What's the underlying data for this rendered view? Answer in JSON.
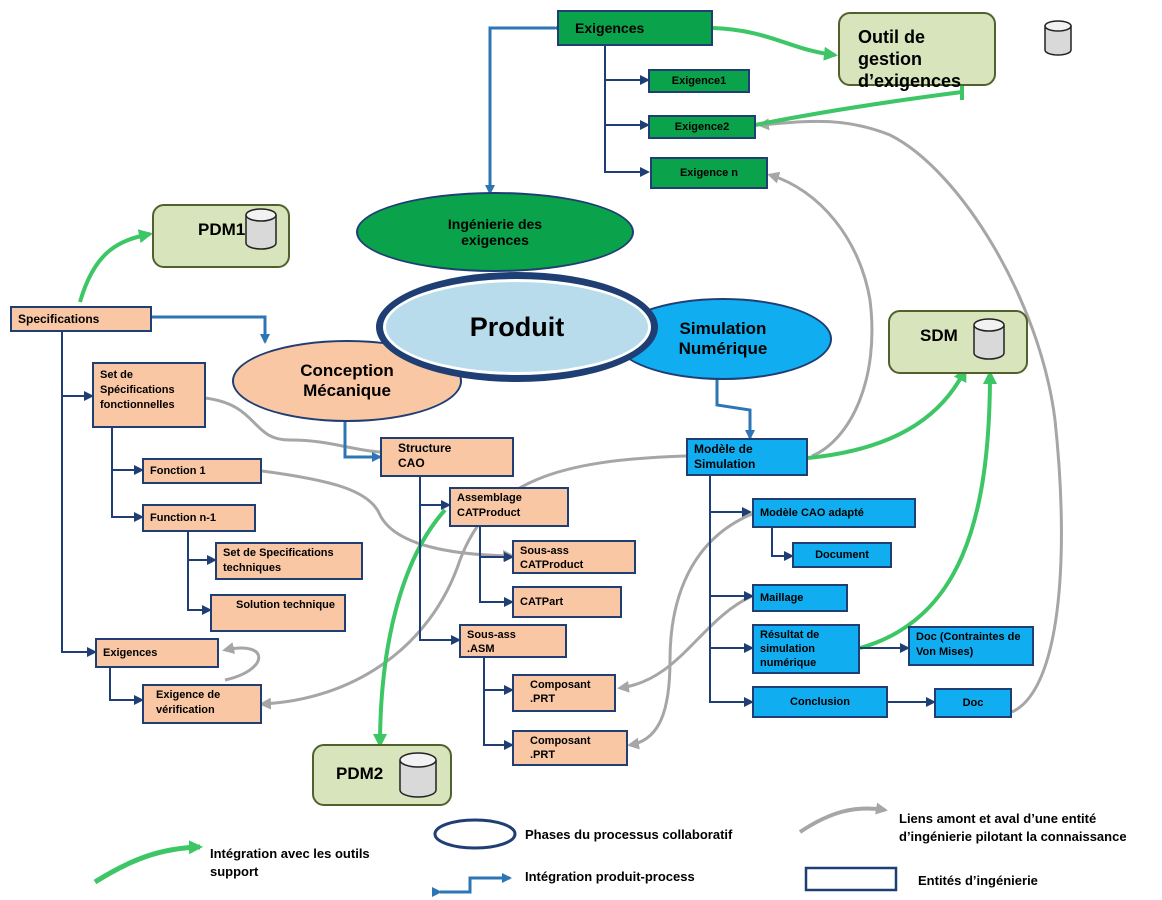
{
  "colors": {
    "orange_entity": "#f9c7a4",
    "green_entity": "#0aa24a",
    "blue_entity": "#10aef0",
    "tool_fill": "#d7e4bc",
    "border_dark_blue": "#1f3e74",
    "tool_link_green": "#3cc665",
    "knowledge_link_gray": "#a6a6a6",
    "product_link_blue": "#2e75b6"
  },
  "phases": {
    "produit": "Produit",
    "ingenierie_exigences": "Ingénierie des exigences",
    "conception_mecanique": "Conception Mécanique",
    "simulation_numerique": "Simulation Numérique"
  },
  "tools": {
    "outil_gestion": "Outil de gestion d’exigences",
    "pdm1": "PDM1",
    "pdm2": "PDM2",
    "sdm": "SDM"
  },
  "requirements": {
    "exigences": "Exigences",
    "exigence1": "Exigence1",
    "exigence2": "Exigence2",
    "exigence_n": "Exigence n"
  },
  "specifications": {
    "specifications": "Specifications",
    "set_spec_fonctionnelles": "Set de Spécifications fonctionnelles",
    "fonction1": "Fonction  1",
    "function_n1": "Function n-1",
    "set_spec_techniques": "Set de Specifications techniques",
    "solution_technique": "Solution technique",
    "exigences": "Exigences",
    "exigence_verification": "Exigence de vérification"
  },
  "cao": {
    "structure_cao": "Structure CAO",
    "assemblage_catproduct": "Assemblage CATProduct",
    "sous_ass_catproduct": "Sous-ass CATProduct",
    "catpart": "CATPart",
    "sous_ass_asm": "Sous-ass .ASM",
    "composant_prt_1": "Composant .PRT",
    "composant_prt_2": "Composant .PRT"
  },
  "simulation": {
    "modele_simulation": "Modèle de Simulation",
    "modele_cao_adapte": "Modèle CAO adapté",
    "document": "Document",
    "maillage": "Maillage",
    "resultat": "Résultat de simulation numérique",
    "doc_contraintes": "Doc  (Contraintes de  Von Mises)",
    "conclusion": "Conclusion",
    "doc": "Doc"
  },
  "legend": {
    "integration_outils": "Intégration avec les outils support",
    "phases": "Phases du processus collaboratif",
    "integration_produit_process": "Intégration produit-process",
    "liens": "Liens amont et aval d’une entité d’ingénierie pilotant la connaissance",
    "entites": "Entités d’ingénierie"
  }
}
